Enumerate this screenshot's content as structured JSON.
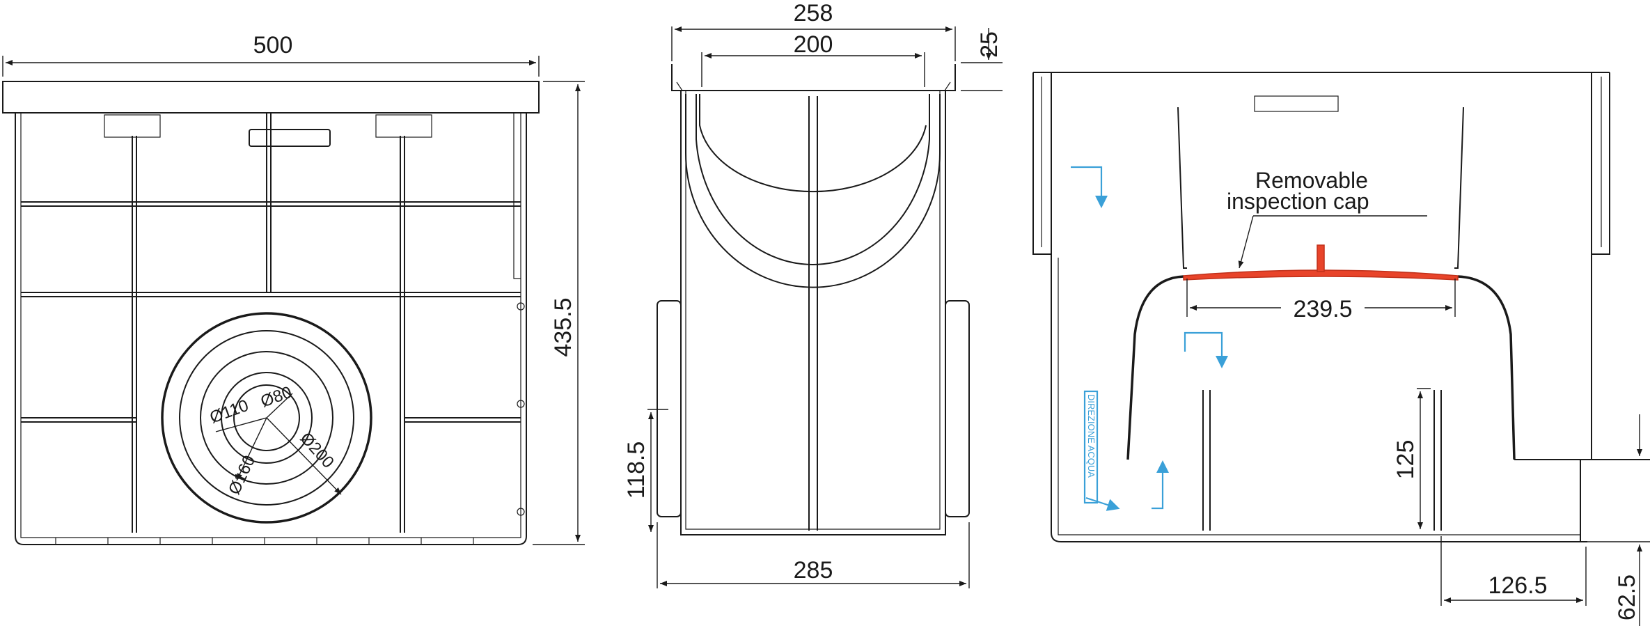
{
  "views": {
    "top": {
      "width_label": "500",
      "height_label": "435.5",
      "outlet_diameters": [
        "Ø110",
        "Ø80",
        "Ø160",
        "Ø200"
      ]
    },
    "front": {
      "top_width_label": "258",
      "inner_width_label": "200",
      "grate_depth_label": "25",
      "side_height_label": "118.5",
      "bottom_width_label": "285"
    },
    "section": {
      "cap_note_line1": "Removable",
      "cap_note_line2": "inspection cap",
      "cap_width_label": "239.5",
      "weir_height_label": "125",
      "outlet_offset_label": "126.5",
      "outlet_height_label": "62.5",
      "flow_direction_text": "DIREZIONE ACQUA"
    }
  },
  "colors": {
    "line": "#1a1a1a",
    "flow_arrow": "#3aa0d8",
    "inspection_cap": "#e8442a"
  }
}
